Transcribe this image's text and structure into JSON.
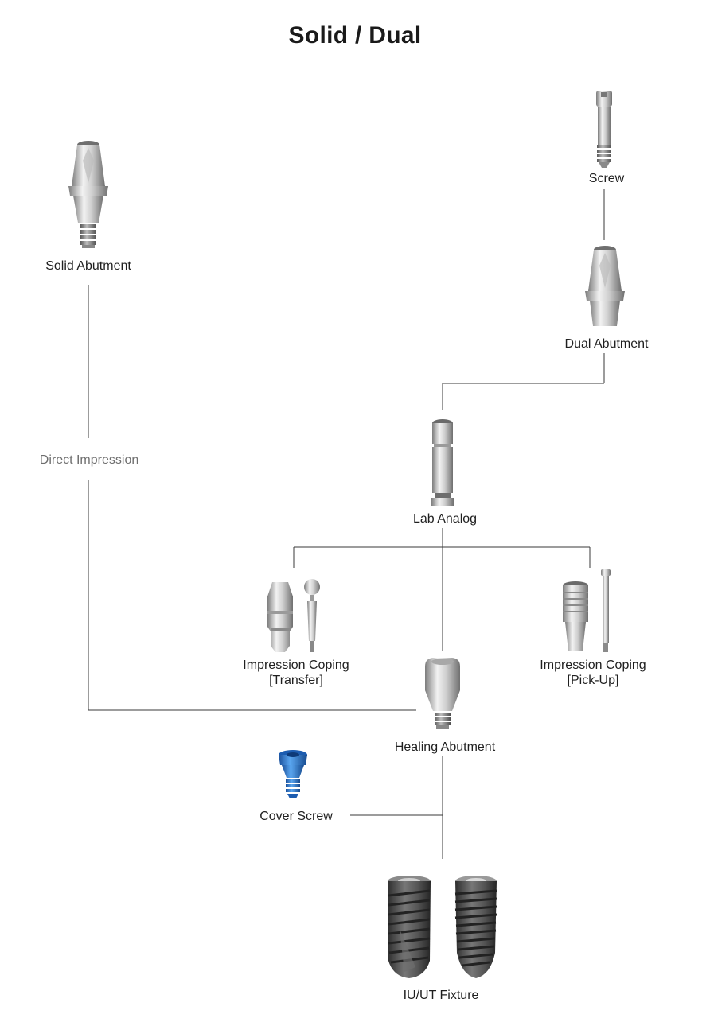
{
  "title": "Solid / Dual",
  "colors": {
    "line": "#3a3a3a",
    "metal_light": "#e9e9e9",
    "metal_dark": "#8d8d8d",
    "fixture_dark": "#4a4a4a",
    "cover_screw_blue": "#2f7fd6",
    "muted_label": "#6e6e6e"
  },
  "components": {
    "screw": {
      "label": "Screw",
      "icon": "screw-icon"
    },
    "solid_abutment": {
      "label": "Solid Abutment",
      "icon": "solid-abutment-icon"
    },
    "dual_abutment": {
      "label": "Dual Abutment",
      "icon": "dual-abutment-icon"
    },
    "direct_impression": {
      "label": "Direct Impression"
    },
    "lab_analog": {
      "label": "Lab Analog",
      "icon": "lab-analog-icon"
    },
    "impression_coping_transfer": {
      "label_line1": "Impression Coping",
      "label_line2": "[Transfer]",
      "icon": "transfer-coping-icon"
    },
    "impression_coping_pickup": {
      "label_line1": "Impression Coping",
      "label_line2": "[Pick-Up]",
      "icon": "pickup-coping-icon"
    },
    "healing_abutment": {
      "label": "Healing Abutment",
      "icon": "healing-abutment-icon"
    },
    "cover_screw": {
      "label": "Cover Screw",
      "icon": "cover-screw-icon"
    },
    "fixture": {
      "label": "IU/UT Fixture",
      "icon": "fixture-icon"
    }
  }
}
